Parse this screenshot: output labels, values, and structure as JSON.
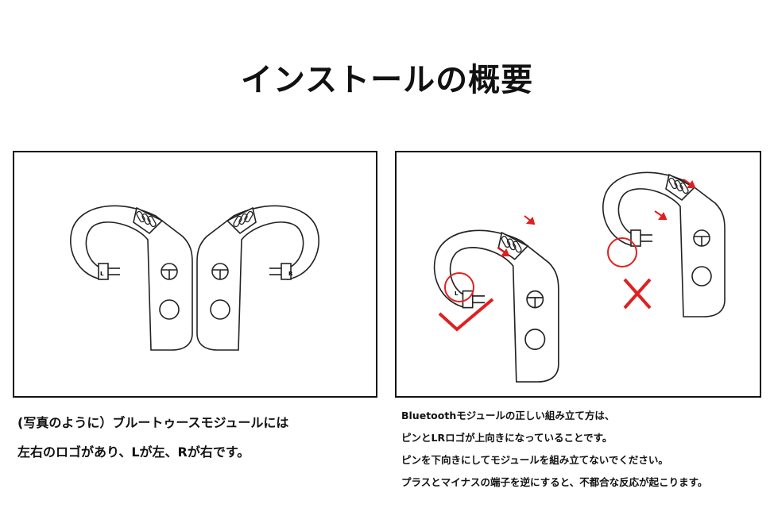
{
  "title": "インストールの概要",
  "left_panel": {
    "labels": {
      "left": "L",
      "right": "R"
    },
    "caption": [
      "(写真のように）ブルートゥースモジュールには",
      "左右のロゴがあり、Lが左、Rが右です。"
    ]
  },
  "right_panel": {
    "labels": {
      "left": "L"
    },
    "caption": [
      "Bluetoothモジュールの正しい組み立て方は、",
      "ピンとLRロゴが上向きになっていることです。",
      "ピンを下向きにしてモジュールを組み立てないでください。",
      "プラスとマイナスの端子を逆にすると、不都合な反応が起こります。"
    ]
  },
  "colors": {
    "accent": "#e02020",
    "line": "#222222"
  }
}
